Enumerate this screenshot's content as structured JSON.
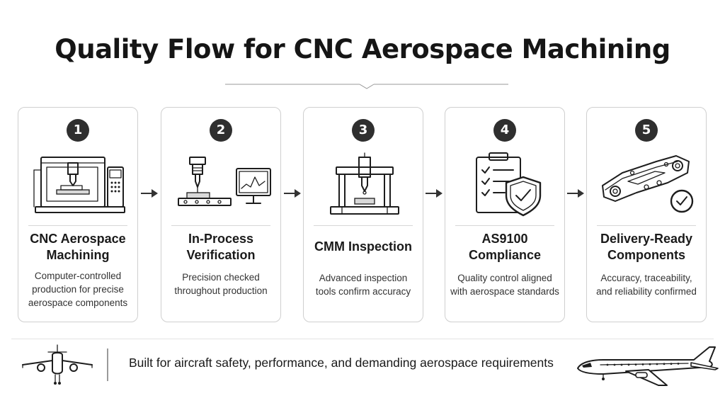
{
  "title": "Quality Flow for CNC Aerospace Machining",
  "steps": [
    {
      "number": "1",
      "title_line1": "CNC Aerospace",
      "title_line2": "Machining",
      "desc_lines": [
        "Computer-controlled",
        "production for precise",
        "aerospace components"
      ],
      "icon": "cnc-machine-icon"
    },
    {
      "number": "2",
      "title_line1": "In-Process",
      "title_line2": "Verification",
      "desc_lines": [
        "Precision checked",
        "throughout production"
      ],
      "icon": "spindle-and-monitor-icon"
    },
    {
      "number": "3",
      "title_line1": "CMM Inspection",
      "title_line2": "",
      "desc_lines": [
        "Advanced inspection",
        "tools confirm accuracy"
      ],
      "icon": "cmm-machine-icon"
    },
    {
      "number": "4",
      "title_line1": "AS9100",
      "title_line2": "Compliance",
      "desc_lines": [
        "Quality control aligned",
        "with aerospace standards"
      ],
      "icon": "checklist-shield-icon"
    },
    {
      "number": "5",
      "title_line1": "Delivery-Ready",
      "title_line2": "Components",
      "desc_lines": [
        "Accuracy, traceability,",
        "and reliability confirmed"
      ],
      "icon": "machined-part-check-icon"
    }
  ],
  "footer": {
    "text": "Built for aircraft safety, performance, and demanding aerospace requirements"
  },
  "colors": {
    "badge": "#2f2f2f",
    "border": "#cfcfcf",
    "text": "#1a1a1a"
  }
}
